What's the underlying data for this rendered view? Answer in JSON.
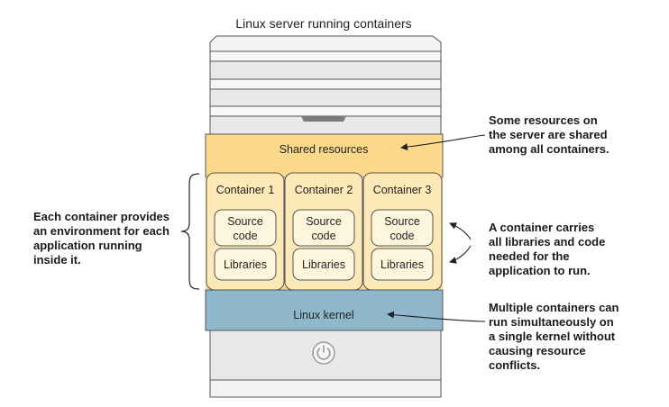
{
  "title": "Linux server running containers",
  "shared_resources": {
    "label": "Shared resources"
  },
  "containers": [
    {
      "name": "Container 1",
      "source": [
        "Source",
        "code"
      ],
      "libraries": "Libraries"
    },
    {
      "name": "Container 2",
      "source": [
        "Source",
        "code"
      ],
      "libraries": "Libraries"
    },
    {
      "name": "Container 3",
      "source": [
        "Source",
        "code"
      ],
      "libraries": "Libraries"
    }
  ],
  "kernel": {
    "label": "Linux kernel"
  },
  "annotations": {
    "left": "Each container provides\nan environment for each\napplication running\ninside it.",
    "shared": "Some resources on\nthe server are shared\namong all containers.",
    "carries": "A container carries\nall libraries and code\nneeded for the\napplication to run.",
    "kernel": "Multiple containers can\nrun simultaneously on\na single kernel without\ncausing resource\nconflicts."
  },
  "colors": {
    "shared_fill": "#fcd88a",
    "container_fill": "#fde9b8",
    "inner_fill": "#fef6dc",
    "kernel_fill": "#8fb8cc",
    "server_fill": "#e9e9e9",
    "server_band": "#f6f6f6",
    "outline": "#555555"
  },
  "icons": {
    "power": "power-icon"
  }
}
